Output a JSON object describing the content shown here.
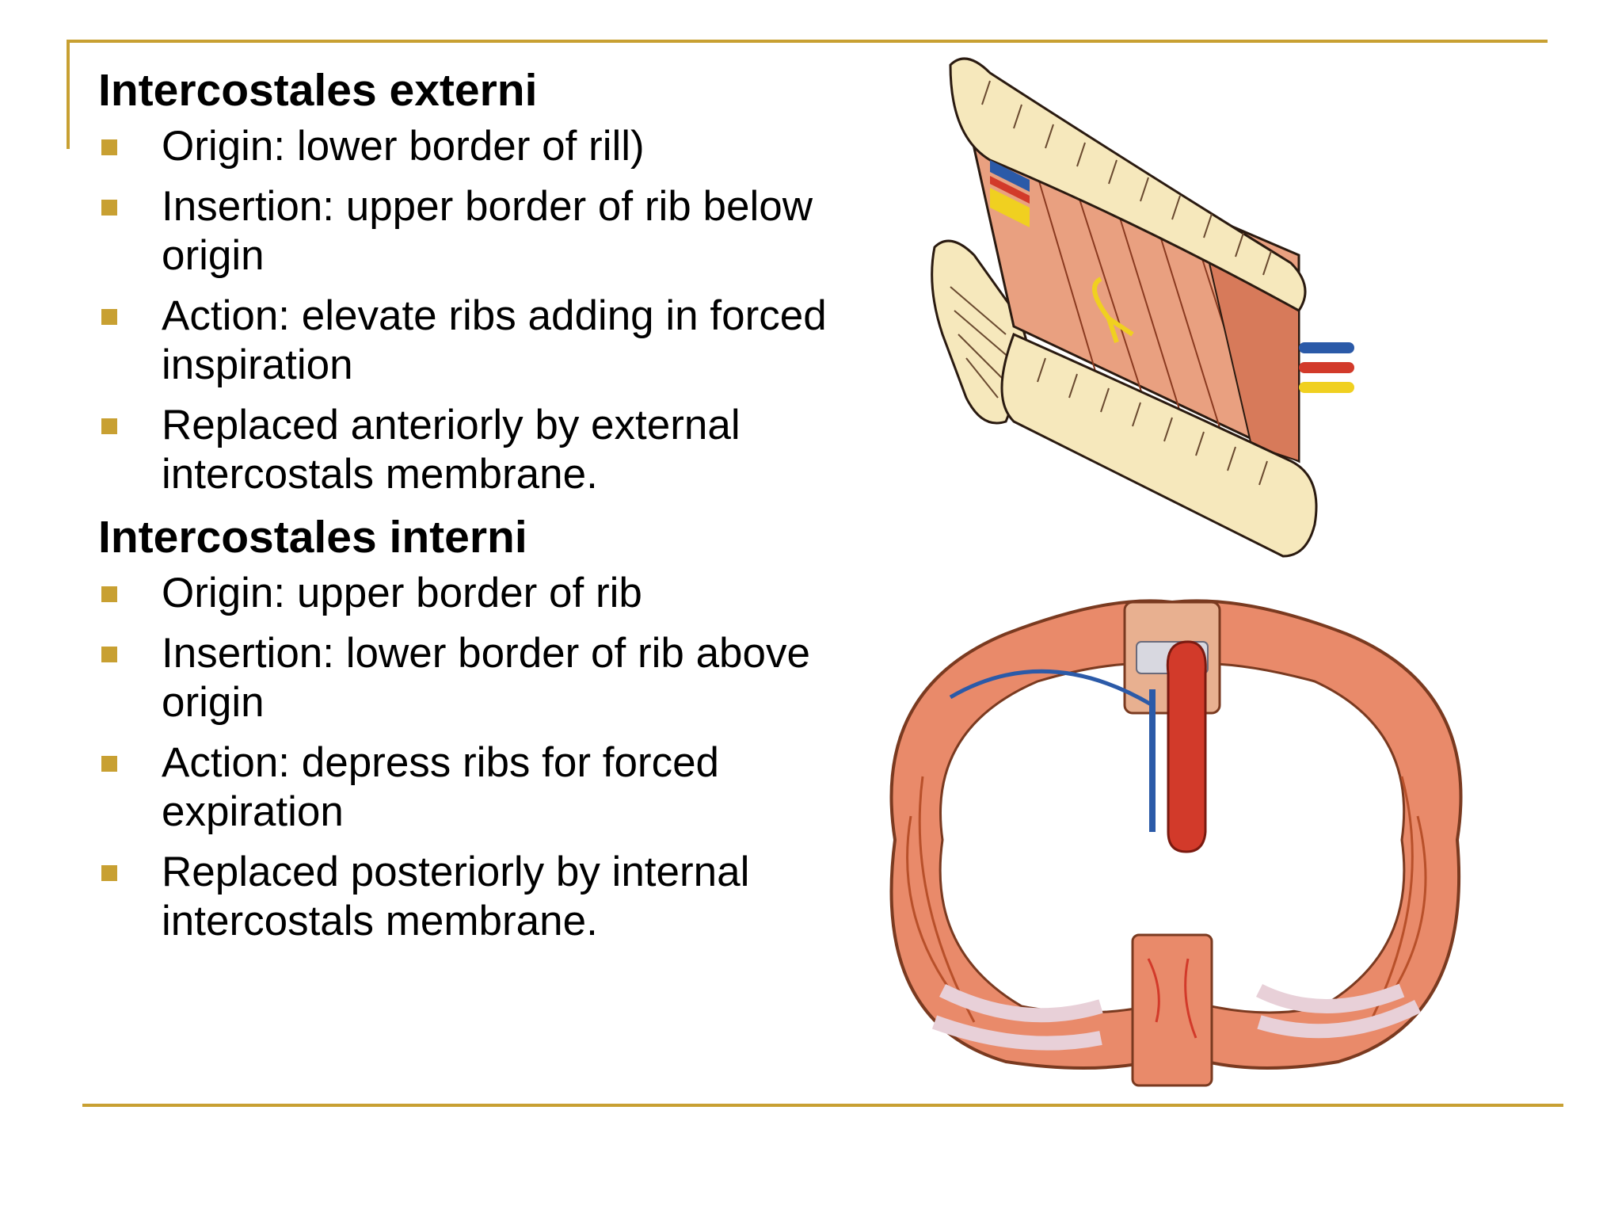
{
  "sections": [
    {
      "heading": "Intercostales externi",
      "bullets": [
        "Origin: lower border of rill)",
        "Insertion: upper border of rib below origin",
        "Action: elevate ribs adding in forced inspiration",
        "Replaced anteriorly by external intercostals membrane."
      ]
    },
    {
      "heading": "Intercostales interni",
      "bullets": [
        "Origin: upper border of rib",
        "Insertion: lower border of rib above origin",
        "Action: depress ribs for forced expiration",
        "Replaced posteriorly by internal intercostals membrane."
      ]
    }
  ],
  "colors": {
    "accent": "#c8a032",
    "text": "#000000",
    "bone": "#f6e8bc",
    "muscle": "#e08060",
    "artery": "#d23a2a",
    "vein": "#2b5aa8",
    "nerve": "#f0d020"
  },
  "icons": {
    "bullet": "square-bullet-icon"
  }
}
